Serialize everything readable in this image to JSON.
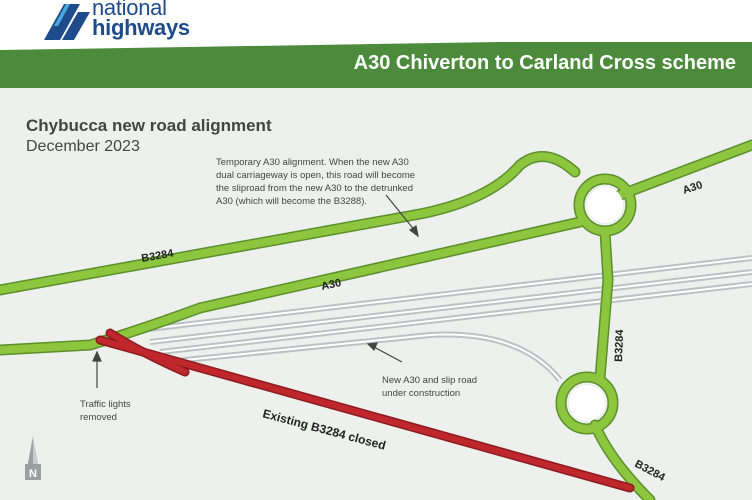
{
  "brand": {
    "line1": "national",
    "line2": "highways"
  },
  "banner": {
    "title": "A30 Chiverton to Carland Cross scheme"
  },
  "map": {
    "title": "Chybucca new road alignment",
    "date": "December 2023",
    "notes": {
      "temporary": [
        "Temporary A30 alignment. When the new A30",
        "dual carriageway is open, this road will become",
        "the sliproad from the new A30 to the detrunked",
        "A30 (which will become the B3288)."
      ],
      "construction": [
        "New A30 and slip road",
        "under construction"
      ],
      "traffic_lights": [
        "Traffic lights",
        "removed"
      ]
    },
    "labels": {
      "b3284_top": "B3284",
      "a30_mid": "A30",
      "a30_right": "A30",
      "b3284_vertical": "B3284",
      "b3284_bottom": "B3284",
      "existing_closed": "Existing B3284 closed",
      "north": "N"
    },
    "colors": {
      "road_green": "#8cc63f",
      "road_edge": "#5a8f2a",
      "closed_red": "#c0272d",
      "banner_green": "#4b8b3b",
      "brand_blue": "#1e4b8c"
    }
  }
}
